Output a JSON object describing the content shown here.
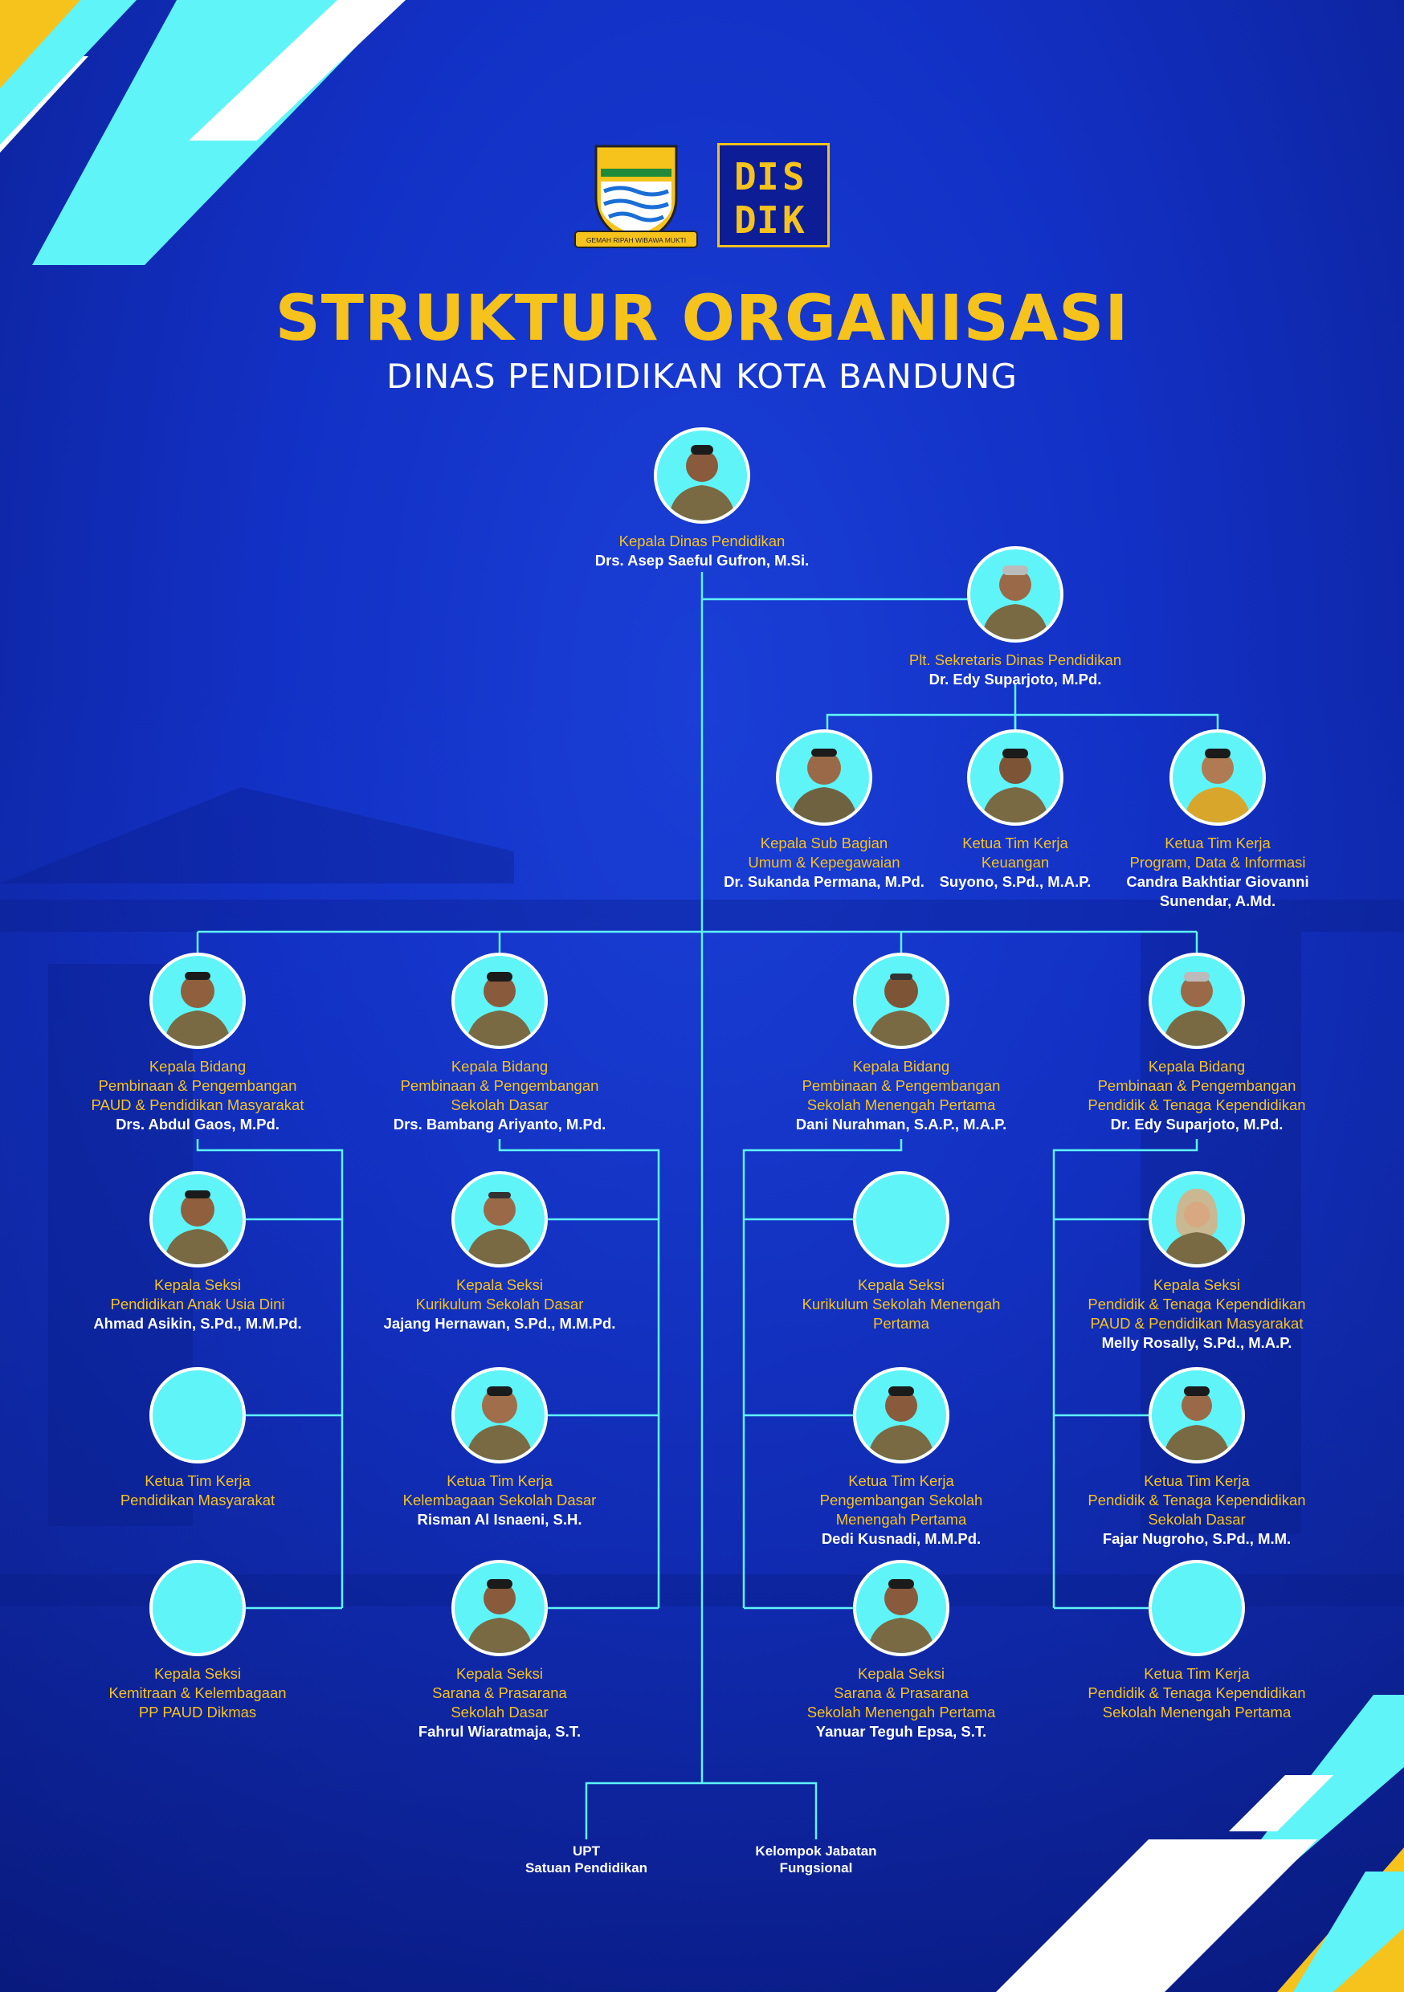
{
  "header": {
    "title": "STRUKTUR ORGANISASI",
    "subtitle": "DINAS PENDIDIKAN KOTA BANDUNG",
    "logo_left_motto": "GEMAH RIPAH WIBAWA MUKTI",
    "logo_right_text": "DISDIK"
  },
  "colors": {
    "background": "#1230c4",
    "accent": "#f6c21c",
    "line": "#5ff4f8",
    "photo_ring": "#5ff4f8"
  },
  "nodes": {
    "kadis": {
      "role": "Kepala Dinas Pendidikan",
      "name": "Drs. Asep Saeful Gufron, M.Si."
    },
    "sekretaris": {
      "role": "Plt. Sekretaris Dinas Pendidikan",
      "name": "Dr. Edy Suparjoto, M.Pd."
    },
    "subbag": {
      "role": "Kepala Sub Bagian\nUmum & Kepegawaian",
      "name": "Dr. Sukanda Permana, M.Pd."
    },
    "keuangan": {
      "role": "Ketua Tim Kerja\nKeuangan",
      "name": "Suyono, S.Pd., M.A.P."
    },
    "program": {
      "role": "Ketua Tim Kerja\nProgram, Data & Informasi",
      "name": "Candra Bakhtiar Giovanni\nSunendar, A.Md."
    },
    "bid_paud": {
      "role": "Kepala Bidang\nPembinaan & Pengembangan\nPAUD & Pendidikan Masyarakat",
      "name": "Drs. Abdul Gaos, M.Pd."
    },
    "bid_sd": {
      "role": "Kepala Bidang\nPembinaan & Pengembangan\nSekolah Dasar",
      "name": "Drs. Bambang Ariyanto, M.Pd."
    },
    "bid_smp": {
      "role": "Kepala Bidang\nPembinaan & Pengembangan\nSekolah Menengah Pertama",
      "name": "Dani Nurahman, S.A.P., M.A.P."
    },
    "bid_ptk": {
      "role": "Kepala Bidang\nPembinaan & Pengembangan\nPendidik & Tenaga Kependidikan",
      "name": "Dr. Edy Suparjoto, M.Pd."
    },
    "paud1": {
      "role": "Kepala Seksi\nPendidikan Anak Usia Dini",
      "name": "Ahmad Asikin, S.Pd., M.M.Pd."
    },
    "paud2": {
      "role": "Ketua Tim Kerja\nPendidikan Masyarakat",
      "name": ""
    },
    "paud3": {
      "role": "Kepala Seksi\nKemitraan & Kelembagaan\nPP PAUD Dikmas",
      "name": ""
    },
    "sd1": {
      "role": "Kepala Seksi\nKurikulum Sekolah Dasar",
      "name": "Jajang Hernawan, S.Pd., M.M.Pd."
    },
    "sd2": {
      "role": "Ketua Tim Kerja\nKelembagaan Sekolah Dasar",
      "name": "Risman Al Isnaeni, S.H."
    },
    "sd3": {
      "role": "Kepala Seksi\nSarana & Prasarana\nSekolah Dasar",
      "name": "Fahrul Wiaratmaja, S.T."
    },
    "smp1": {
      "role": "Kepala Seksi\nKurikulum Sekolah Menengah\nPertama",
      "name": ""
    },
    "smp2": {
      "role": "Ketua Tim Kerja\nPengembangan Sekolah\nMenengah Pertama",
      "name": "Dedi Kusnadi, M.M.Pd."
    },
    "smp3": {
      "role": "Kepala Seksi\nSarana & Prasarana\nSekolah Menengah Pertama",
      "name": "Yanuar Teguh Epsa, S.T."
    },
    "ptk1": {
      "role": "Kepala Seksi\nPendidik & Tenaga Kependidikan\nPAUD & Pendidikan Masyarakat",
      "name": "Melly Rosally, S.Pd., M.A.P."
    },
    "ptk2": {
      "role": "Ketua Tim Kerja\nPendidik & Tenaga Kependidikan\nSekolah Dasar",
      "name": "Fajar Nugroho, S.Pd., M.M."
    },
    "ptk3": {
      "role": "Ketua Tim Kerja\nPendidik & Tenaga Kependidikan\nSekolah Menengah Pertama",
      "name": ""
    },
    "upt": {
      "role": "UPT\nSatuan Pendidikan"
    },
    "fungsional": {
      "role": "Kelompok Jabatan\nFungsional"
    }
  }
}
